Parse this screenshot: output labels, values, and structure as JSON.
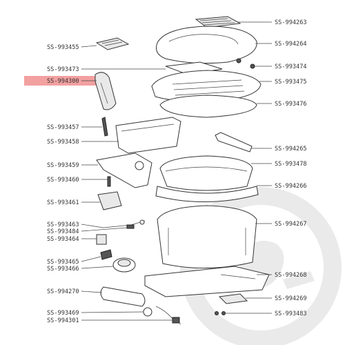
{
  "highlight_color": "#f2a0a0",
  "watermark_color": "#d9d9d9",
  "labels": {
    "l_993455": "SS-993455",
    "l_993473": "SS-993473",
    "l_994300": "SS-994300",
    "l_993457": "SS-993457",
    "l_993458": "SS-993458",
    "l_993459": "SS-993459",
    "l_993460": "SS-993460",
    "l_993461": "SS-993461",
    "l_993463": "SS-993463",
    "l_993484": "SS-993484",
    "l_993464": "SS-993464",
    "l_993465": "SS-993465",
    "l_993466": "SS-993466",
    "l_994270": "SS-994270",
    "l_993469": "SS-993469",
    "l_994301": "SS-994301",
    "r_994263": "SS-994263",
    "r_994264": "SS-994264",
    "r_993474": "SS-993474",
    "r_993475": "SS-993475",
    "r_993476": "SS-993476",
    "r_994265": "SS-994265",
    "r_993478": "SS-993478",
    "r_994266": "SS-994266",
    "r_994267": "SS-994267",
    "r_994268": "SS-994268",
    "r_994269": "SS-994269",
    "r_993483": "SS-993483"
  }
}
